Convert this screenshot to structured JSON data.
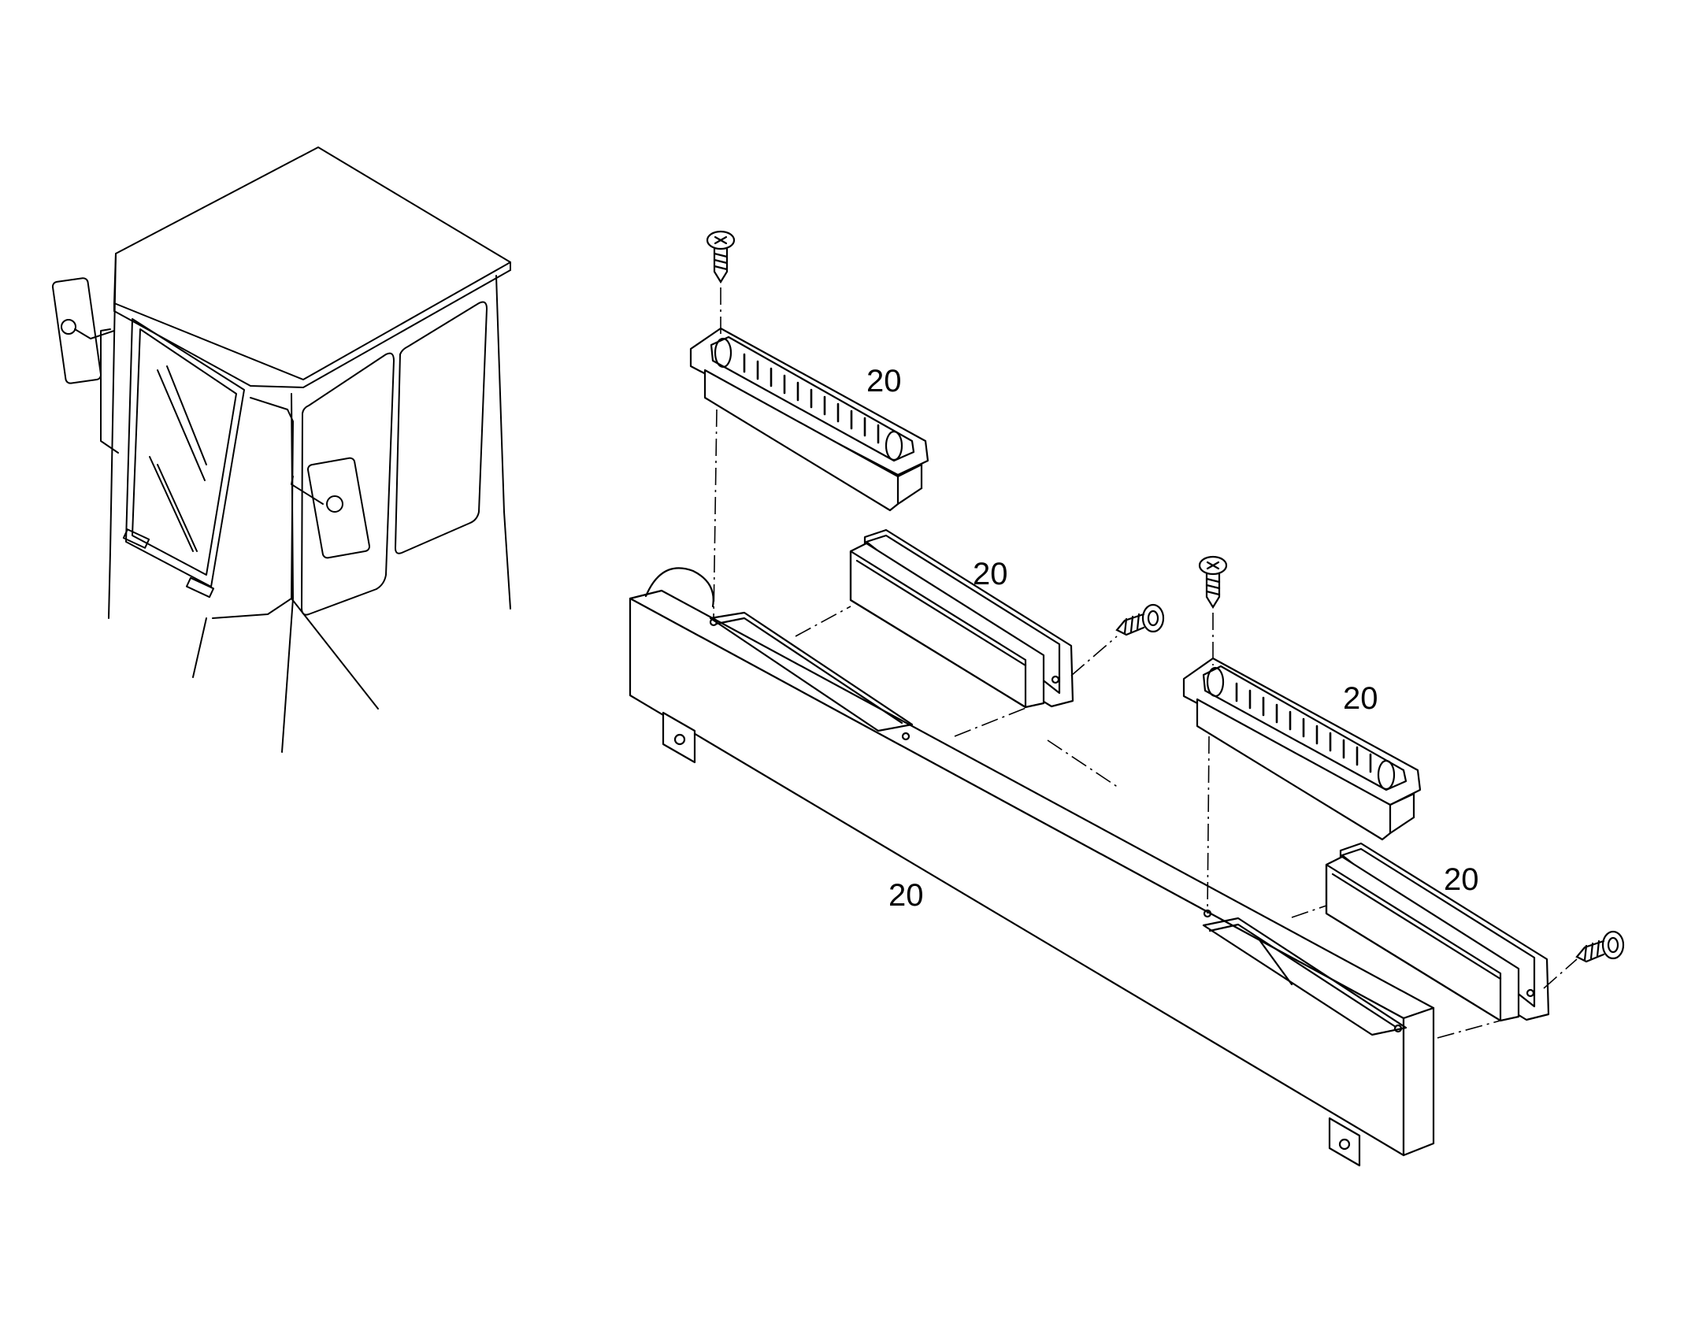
{
  "colors": {
    "ink": "#000000",
    "paper": "#ffffff",
    "shade": "#222222"
  },
  "callouts": [
    {
      "id": "upper-left-vent",
      "text": "20"
    },
    {
      "id": "left-duct",
      "text": "20"
    },
    {
      "id": "right-vent",
      "text": "20"
    },
    {
      "id": "right-duct",
      "text": "20"
    },
    {
      "id": "main-housing",
      "text": "20"
    }
  ]
}
